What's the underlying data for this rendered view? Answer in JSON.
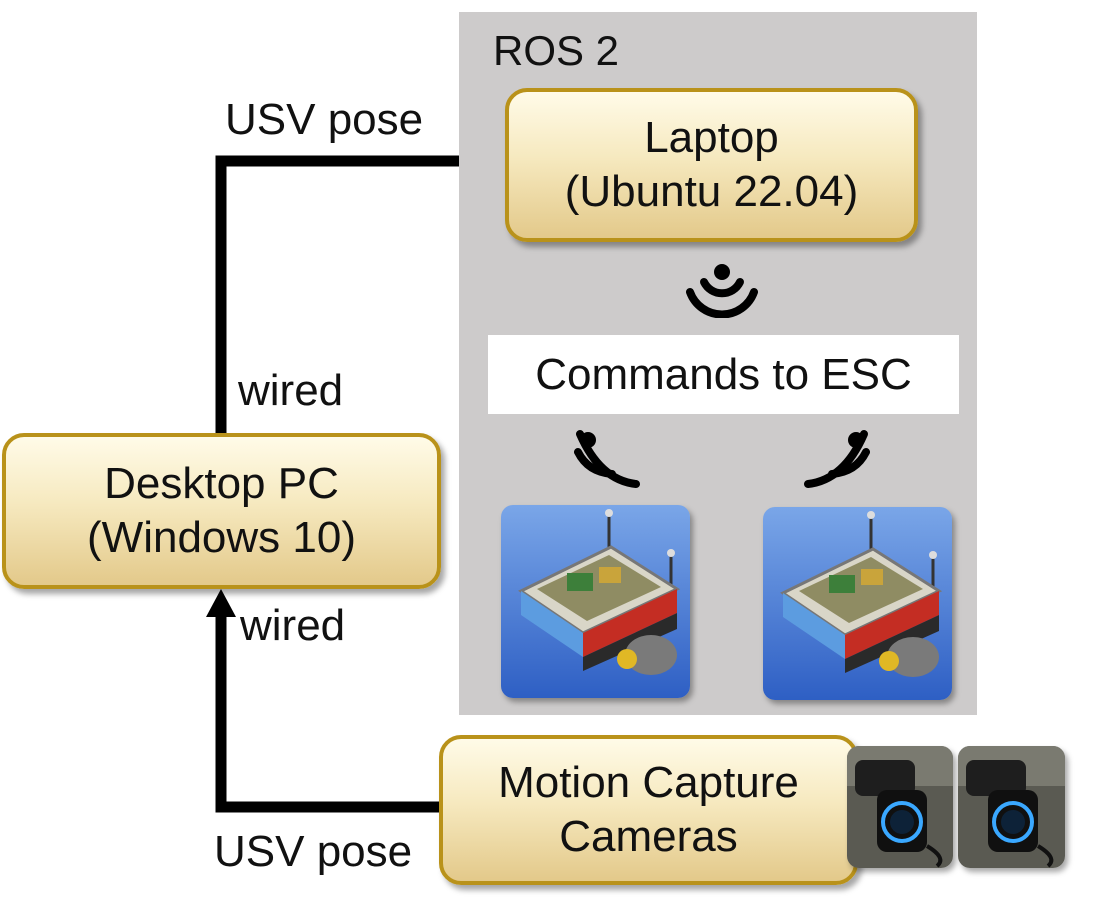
{
  "panel": {
    "title": "ROS 2"
  },
  "nodes": {
    "laptop": {
      "line1": "Laptop",
      "line2": "(Ubuntu 22.04)"
    },
    "desktop": {
      "line1": "Desktop PC",
      "line2": "(Windows 10)"
    },
    "mocap": {
      "line1": "Motion Capture",
      "line2": "Cameras"
    }
  },
  "esc_label": "Commands to ESC",
  "edges": {
    "pose_to_laptop": "USV pose",
    "wired_upper": "wired",
    "wired_lower": "wired",
    "pose_from_cameras": "USV pose"
  },
  "colors": {
    "panel_bg": "#cdcbcb",
    "node_border": "#b9921a",
    "node_fill": "#f6e9bf",
    "wire": "#000000"
  },
  "icons": [
    "wireless-signal-icon",
    "usv-photo",
    "motion-capture-camera-photo"
  ]
}
